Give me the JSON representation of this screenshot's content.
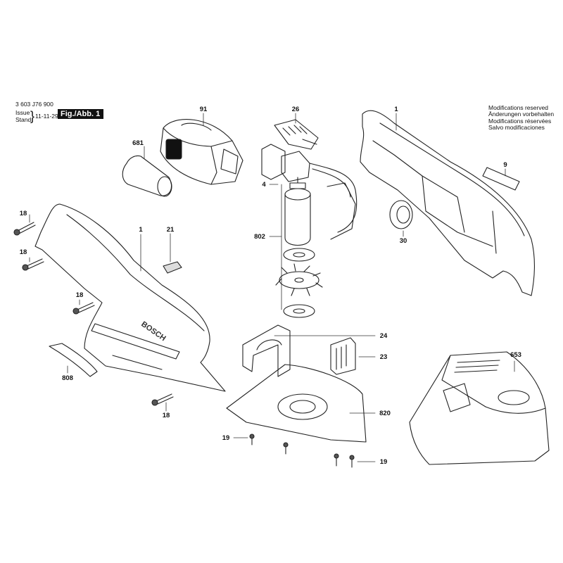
{
  "header": {
    "doc_number": "3 603 J76 900",
    "issue_label": "Issue",
    "stand_label": "Stand",
    "date": "11-11-29",
    "figure": "Fig./Abb. 1"
  },
  "modifications": [
    "Modifications reserved",
    "Änderungen vorbehalten",
    "Modifications réservées",
    "Salvo modificaciones"
  ],
  "housing_text": "BOSCH",
  "part_labels": [
    {
      "id": "p91",
      "text": "91"
    },
    {
      "id": "p26",
      "text": "26"
    },
    {
      "id": "p1a",
      "text": "1"
    },
    {
      "id": "p681",
      "text": "681"
    },
    {
      "id": "p9",
      "text": "9"
    },
    {
      "id": "p4",
      "text": "4"
    },
    {
      "id": "p18a",
      "text": "18"
    },
    {
      "id": "p1b",
      "text": "1"
    },
    {
      "id": "p21",
      "text": "21"
    },
    {
      "id": "p802",
      "text": "802"
    },
    {
      "id": "p30",
      "text": "30"
    },
    {
      "id": "p18b",
      "text": "18"
    },
    {
      "id": "p18c",
      "text": "18"
    },
    {
      "id": "p24",
      "text": "24"
    },
    {
      "id": "p653",
      "text": "653"
    },
    {
      "id": "p23",
      "text": "23"
    },
    {
      "id": "p808",
      "text": "808"
    },
    {
      "id": "p820",
      "text": "820"
    },
    {
      "id": "p18d",
      "text": "18"
    },
    {
      "id": "p19a",
      "text": "19"
    },
    {
      "id": "p19b",
      "text": "19"
    }
  ]
}
